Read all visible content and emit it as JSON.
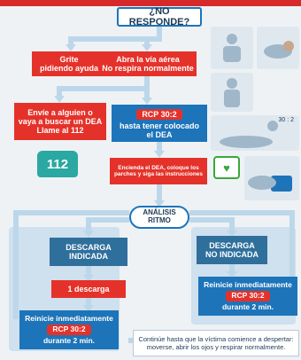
{
  "title": "¿NO RESPONDE?",
  "shout": "Grite\npidiendo ayuda",
  "open_airway": {
    "line1": "Abra la vía aérea",
    "line2": "No respira normalmente"
  },
  "send_for_aed": "Envíe a alguien o\nvaya a buscar un DEA\nLlame al 112",
  "cpr_until_aed": {
    "badge": "RCP 30:2",
    "text": "hasta tener colocado\nel DEA"
  },
  "phone_number": "112",
  "turn_on_aed": "Encienda el DEA, coloque los\nparches y siga las instrucciones",
  "analysis": "ANÁLISIS\nRITMO",
  "shock_indicated": "DESCARGA\nINDICADA",
  "shock_not_indicated": "DESCARGA\nNO INDICADA",
  "one_shock": "1 descarga",
  "resume_left": {
    "line1": "Reinicie inmediatamente",
    "badge": "RCP 30:2",
    "line3": "durante 2 min."
  },
  "resume_right": {
    "line1": "Reinicie inmediatamente",
    "badge": "RCP 30:2",
    "line3": "durante 2 min."
  },
  "continue_note": "Continúe hasta que la víctima comience a despertar:\nmoverse, abrir los ojos y respirar normalmente.",
  "illus_ratio": "30 : 2",
  "colors": {
    "red": "#e4322a",
    "blue": "#1d74b9",
    "arrow": "#bdd7ea"
  }
}
